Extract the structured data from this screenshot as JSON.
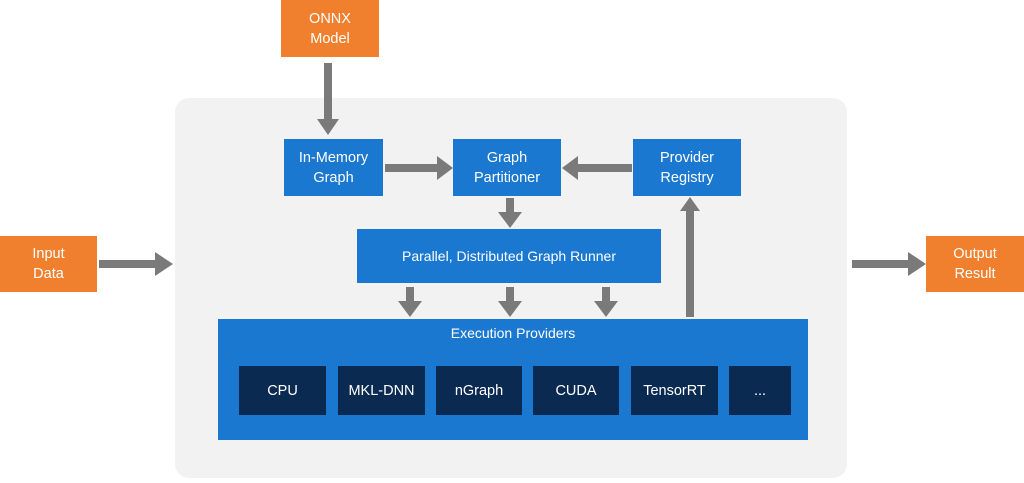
{
  "colors": {
    "input_output": "#f0802e",
    "component": "#1b78d0",
    "provider": "#0b2a52",
    "panel": "#f2f2f2",
    "arrow": "#7a7a7a"
  },
  "nodes": {
    "onnx_model": "ONNX\nModel",
    "input_data": "Input\nData",
    "output_result": "Output\nResult",
    "in_memory_graph": "In-Memory\nGraph",
    "graph_partitioner": "Graph\nPartitioner",
    "provider_registry": "Provider\nRegistry",
    "graph_runner": "Parallel, Distributed Graph Runner"
  },
  "execution_providers": {
    "title": "Execution Providers",
    "items": [
      "CPU",
      "MKL-DNN",
      "nGraph",
      "CUDA",
      "TensorRT",
      "..."
    ]
  }
}
